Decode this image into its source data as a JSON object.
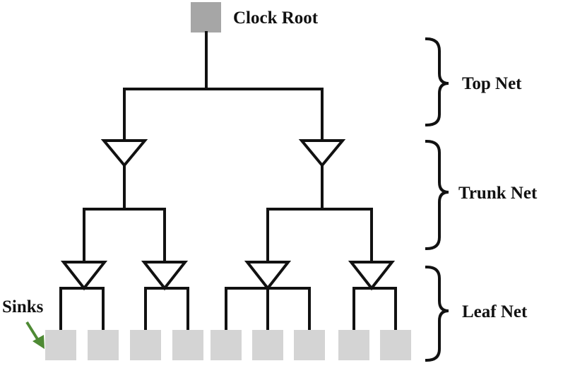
{
  "labels": {
    "root": "Clock Root",
    "sinks": "Sinks",
    "top_net": "Top Net",
    "trunk_net": "Trunk Net",
    "leaf_net": "Leaf Net"
  },
  "colors": {
    "wire": "#111111",
    "root_box": "#a6a6a6",
    "sink_box": "#d4d4d4",
    "arrow": "#4e8a34"
  }
}
